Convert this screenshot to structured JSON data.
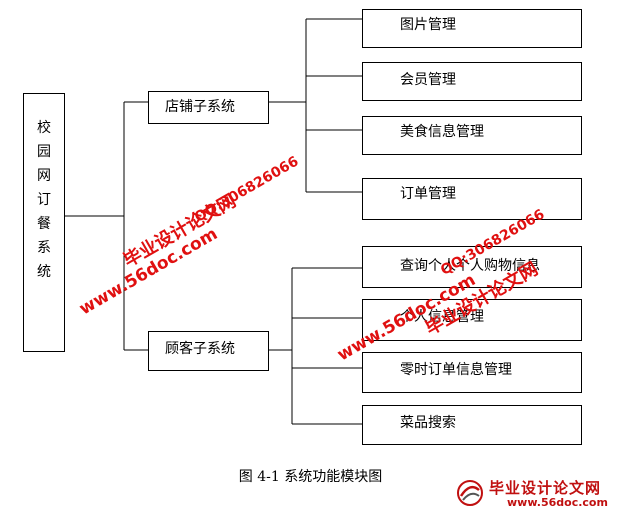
{
  "root": {
    "chars": [
      "校",
      "园",
      "网",
      "订",
      "餐",
      "系",
      "统"
    ]
  },
  "subsystems": {
    "shop": {
      "label": "店铺子系统",
      "modules": [
        "图片管理",
        "会员管理",
        "美食信息管理",
        "订单管理"
      ]
    },
    "customer": {
      "label": "顾客子系统",
      "modules": [
        "查询个人个人购物信息",
        "个人信息管理",
        "零时订单信息管理",
        "菜品搜索"
      ]
    }
  },
  "caption": "图 4-1  系统功能模块图",
  "watermarks": {
    "site": "www.56doc.com",
    "brand": "毕业设计论文网",
    "qq": "QQ:306826066"
  },
  "logo": {
    "name": "毕业设计论文网",
    "url": "www.56doc.com"
  },
  "colors": {
    "line": "#000000",
    "watermark": "#e01010"
  }
}
